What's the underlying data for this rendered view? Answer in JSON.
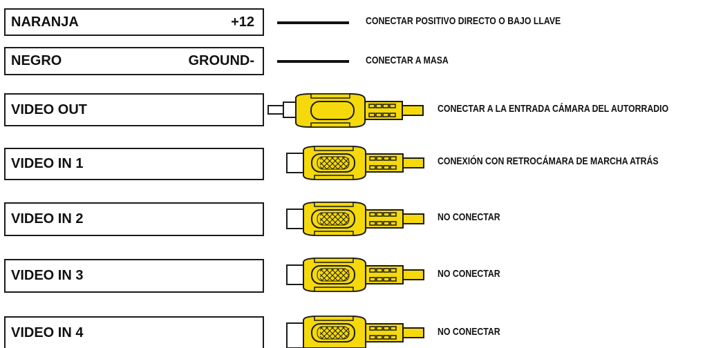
{
  "rows": [
    {
      "label": "NARANJA",
      "value": "+12",
      "description": "CONECTAR POSITIVO DIRECTO O BAJO LLAVE",
      "connector": "wire"
    },
    {
      "label": "NEGRO",
      "value": "GROUND-",
      "description": "CONECTAR A MASA",
      "connector": "wire"
    },
    {
      "label": "VIDEO OUT",
      "value": "",
      "description": "CONECTAR A LA ENTRADA CÁMARA DEL AUTORRADIO",
      "connector": "rca-male-plug"
    },
    {
      "label": "VIDEO IN 1",
      "value": "",
      "description": "CONEXIÓN CON RETROCÁMARA DE MARCHA ATRÁS",
      "connector": "rca-female-jack"
    },
    {
      "label": "VIDEO IN 2",
      "value": "",
      "description": "NO CONECTAR",
      "connector": "rca-female-jack"
    },
    {
      "label": "VIDEO IN 3",
      "value": "",
      "description": "NO CONECTAR",
      "connector": "rca-female-jack"
    },
    {
      "label": "VIDEO IN 4",
      "value": "",
      "description": "NO CONECTAR",
      "connector": "rca-female-jack"
    }
  ],
  "colors": {
    "connector_yellow": "#f5d90a",
    "outline": "#1a1a1a",
    "background": "#ffffff"
  }
}
